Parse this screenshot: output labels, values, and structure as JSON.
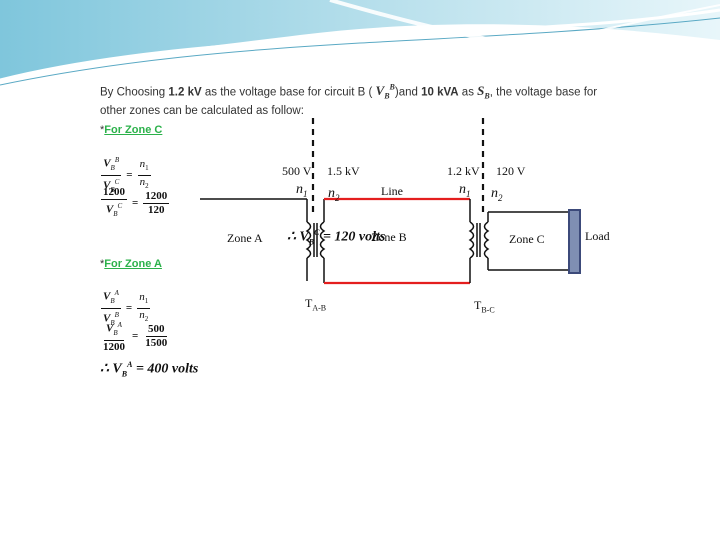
{
  "intro": {
    "t1": "By Choosing ",
    "t2": "1.2 kV",
    "t3": " as the voltage base for circuit B ( ",
    "vb": "V",
    "t4": ")and ",
    "t5": "10 kVA",
    "t6": " as ",
    "sb": "S",
    "t7": ", the voltage base for",
    "line2": "other zones can be calculated as follow:"
  },
  "zone_c_section": {
    "bullet": "*",
    "label": "For Zone C",
    "eq1": {
      "lhs_num": "V_B^B",
      "lhs_den": "V_B^C",
      "rhs_num": "n1",
      "rhs_den": "n2"
    },
    "eq2": {
      "lhs_num": "1200",
      "lhs_den": "V_B^C",
      "rhs_num": "1200",
      "rhs_den": "120"
    },
    "result": "∴ V_B^C = 120 volts"
  },
  "zone_a_section": {
    "bullet": "*",
    "label": "For Zone A",
    "eq1": {
      "lhs_num": "V_B^A",
      "lhs_den": "V_B^B",
      "rhs_num": "n1",
      "rhs_den": "n2"
    },
    "eq2": {
      "lhs_num": "V_B^A",
      "lhs_den": "1200",
      "rhs_num": "500",
      "rhs_den": "1500"
    },
    "result": "∴ V_B^A = 400 volts"
  },
  "diagram": {
    "t1_primary_voltage": "500 V",
    "t1_secondary_voltage": "1.5 kV",
    "t2_primary_voltage": "1.2 kV",
    "t2_secondary_voltage": "120 V",
    "n1": "n",
    "n1_sub": "1",
    "n2": "n",
    "n2_sub": "2",
    "line_label": "Line",
    "zone_a": "Zone A",
    "zone_b": "Zone B",
    "zone_c": "Zone C",
    "load": "Load",
    "t_ab": "T",
    "t_ab_sub": "A-B",
    "t_bc": "T",
    "t_bc_sub": "B-C"
  },
  "colors": {
    "line": "#e41e1e",
    "load_fill": "#7f8fb3",
    "load_border": "#3c4a7a",
    "zone_label": "#2bb14a"
  }
}
